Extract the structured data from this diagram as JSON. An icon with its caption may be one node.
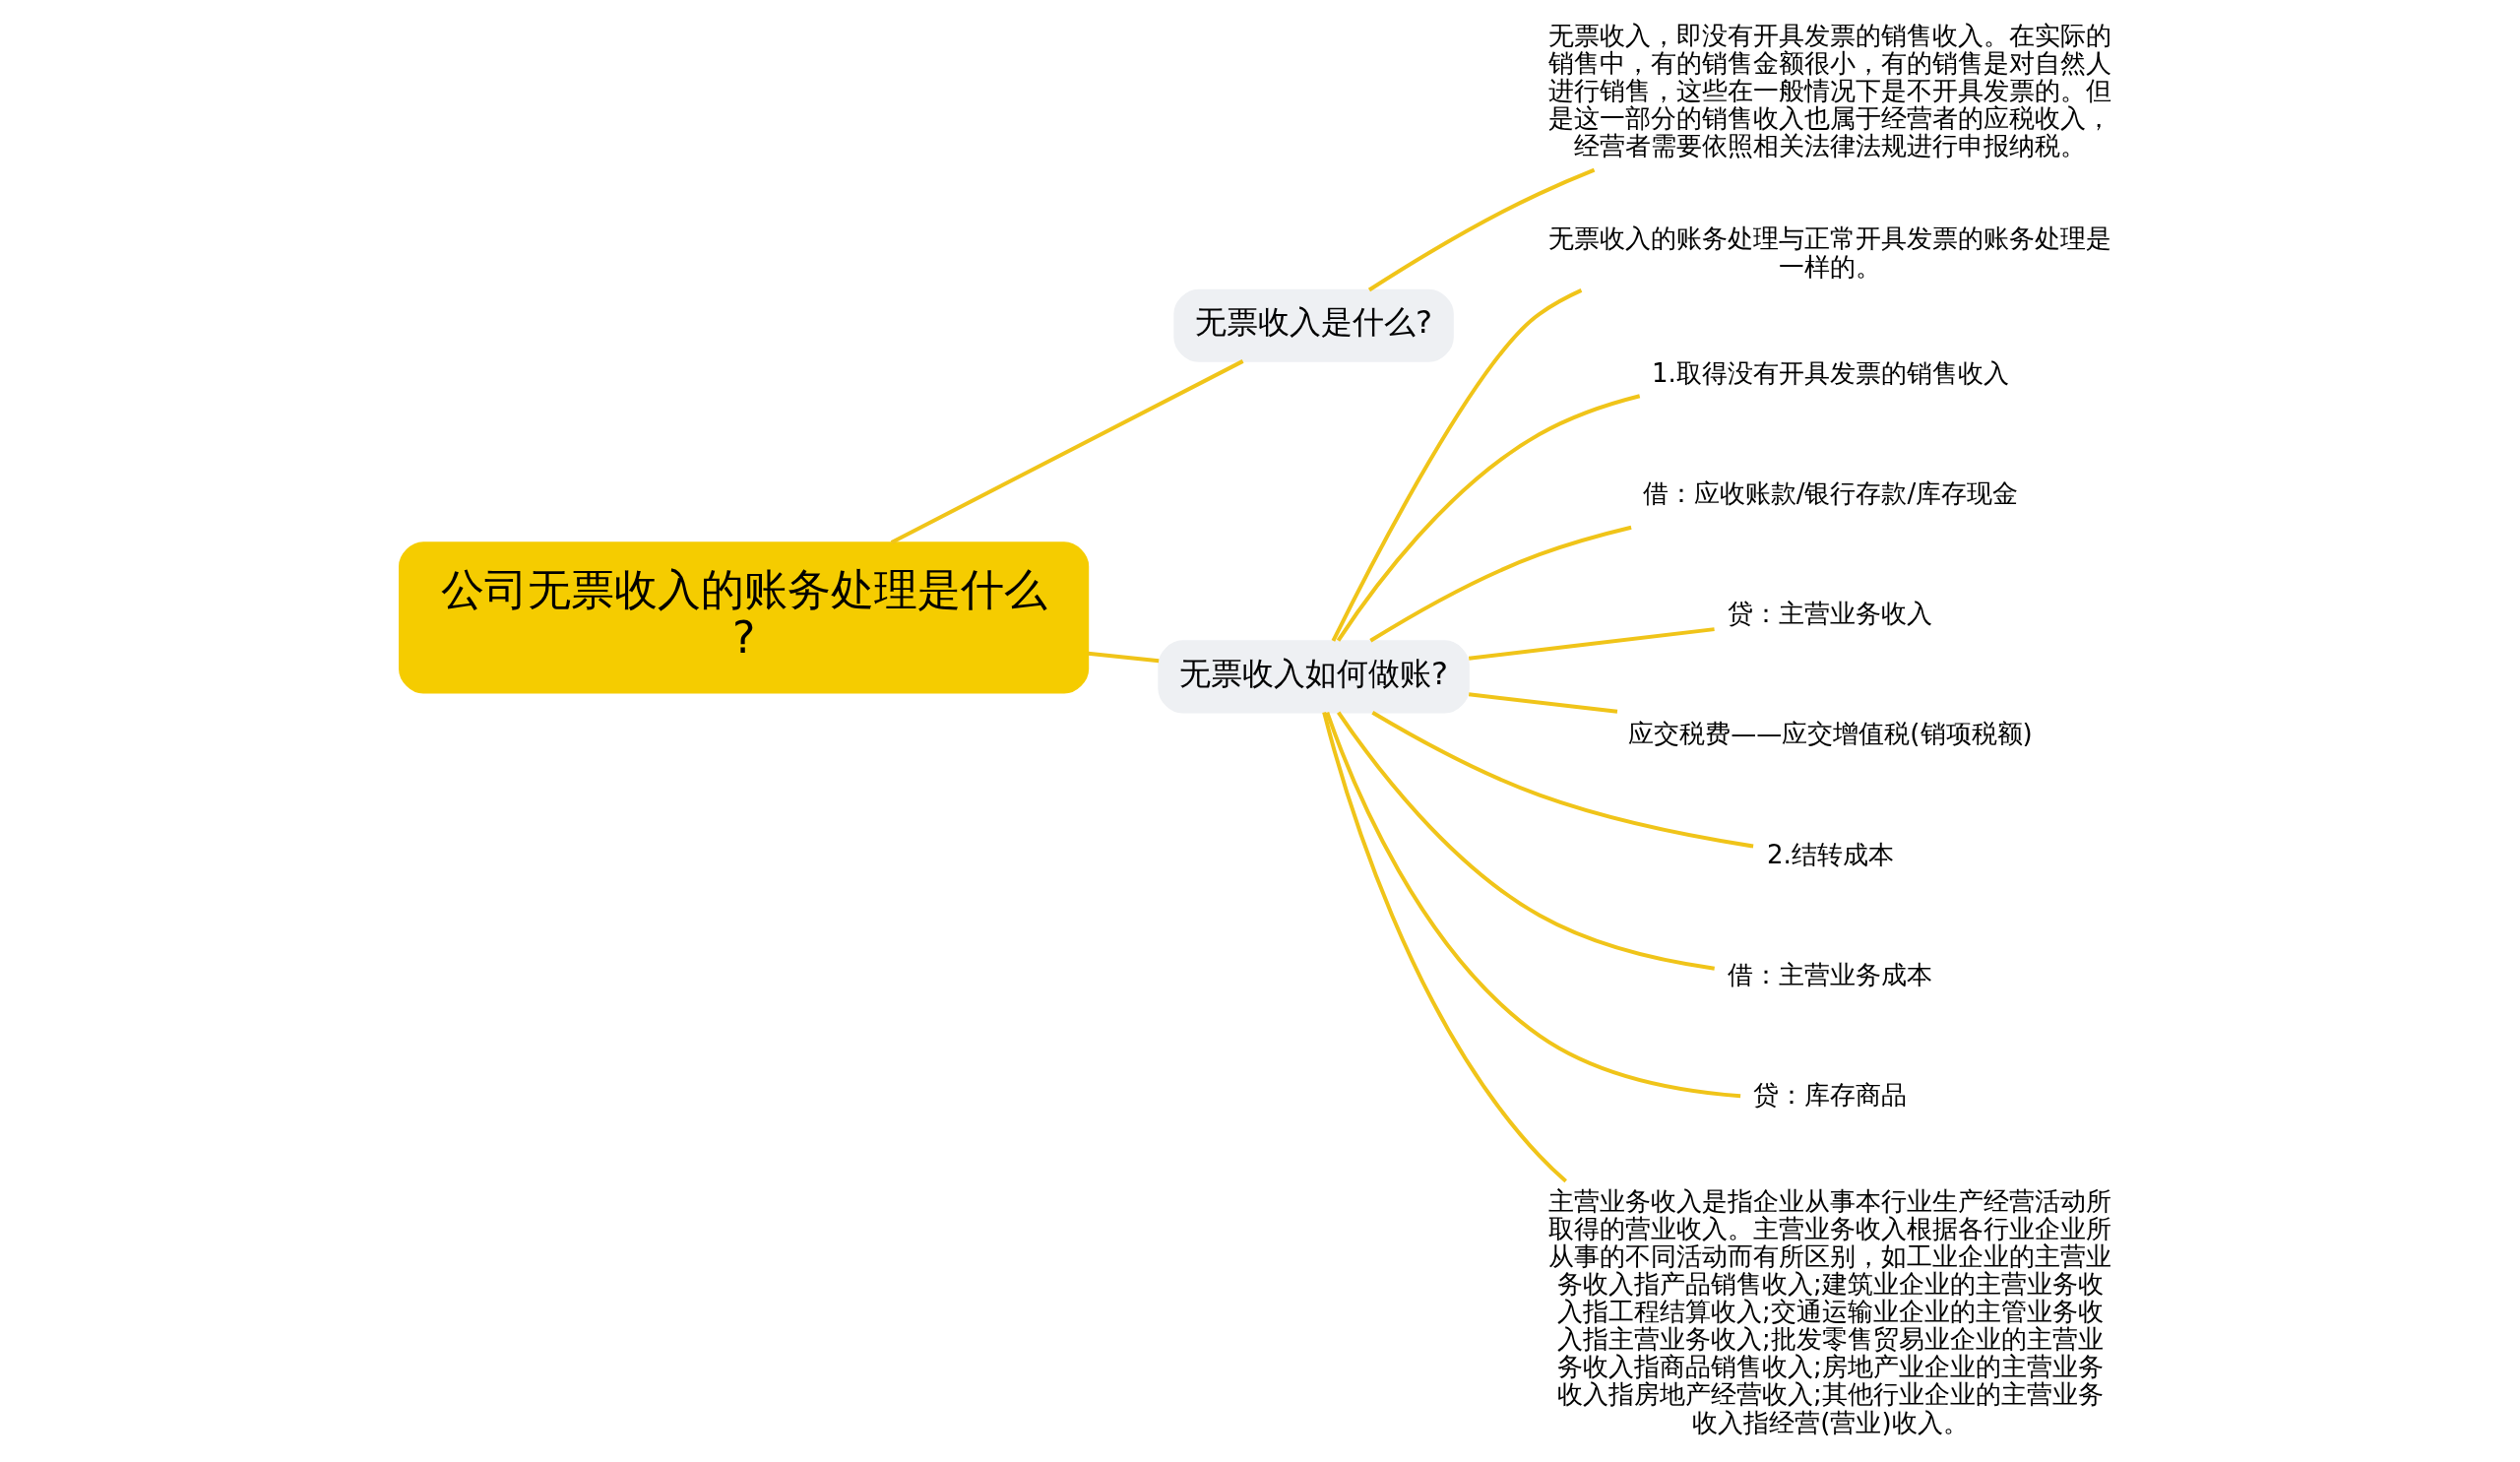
{
  "diagram": {
    "nodes": [
      {
        "text": [
          "公司无票收入的账务处理是什么?"
        ]
      },
      {
        "text": [
          "无票收入是什么?"
        ]
      },
      {
        "text": [
          "无票收入，即没有开具发票的销售收入。在实际的销售中，有的销售金额很小，有的销售是对自然人进行销售，这些在一般情况下是不开具发票的。但是这一部分的销售收入也属于经营者的应税收入，经营者需要依照相关法律法规进行申报纳税。"
        ]
      },
      {
        "text": [
          "无票收入如何做账?"
        ]
      },
      {
        "text": [
          "无票收入的账务处理与正常开具发票的账务处理是一样的。"
        ]
      },
      {
        "text": [
          "1.取得没有开具发票的销售收入"
        ]
      },
      {
        "text": [
          "借：应收账款/银行存款/库存现金"
        ]
      },
      {
        "text": [
          "贷：主营业务收入"
        ]
      },
      {
        "text": [
          "应交税费——应交增值税(销项税额)"
        ]
      },
      {
        "text": [
          "2.结转成本"
        ]
      },
      {
        "text": [
          "借：主营业务成本"
        ]
      },
      {
        "text": [
          "贷：库存商品"
        ]
      },
      {
        "text": [
          "主营业务收入是指企业从事本行业生产经营活动所取得的营业收入。主营业务收入根据各行业企业所从事的不同活动而有所区别，如工业企业的主营业务收入指产品销售收入;建筑业企业的主营业务收入指工程结算收入;交通运输业企业的主管业务收入指主营业务收入;批发零售贸易业企业的主营业务收入指商品销售收入;房地产业企业的主营业务收入指房地产经营收入;其他行业企业的主营业务收入指经营(营业)收入。"
        ]
      }
    ],
    "edges": [
      {
        "from": 0,
        "to": 1,
        "arrow": "none"
      },
      {
        "from": 1,
        "to": 2,
        "arrow": "none"
      },
      {
        "from": 0,
        "to": 3,
        "arrow": "none"
      },
      {
        "from": 3,
        "to": 4,
        "arrow": "none"
      },
      {
        "from": 3,
        "to": 5,
        "arrow": "none"
      },
      {
        "from": 3,
        "to": 6,
        "arrow": "none"
      },
      {
        "from": 3,
        "to": 7,
        "arrow": "none"
      },
      {
        "from": 3,
        "to": 8,
        "arrow": "none"
      },
      {
        "from": 3,
        "to": 9,
        "arrow": "none"
      },
      {
        "from": 3,
        "to": 10,
        "arrow": "none"
      },
      {
        "from": 3,
        "to": 11,
        "arrow": "none"
      },
      {
        "from": 3,
        "to": 12,
        "arrow": "none"
      }
    ]
  }
}
